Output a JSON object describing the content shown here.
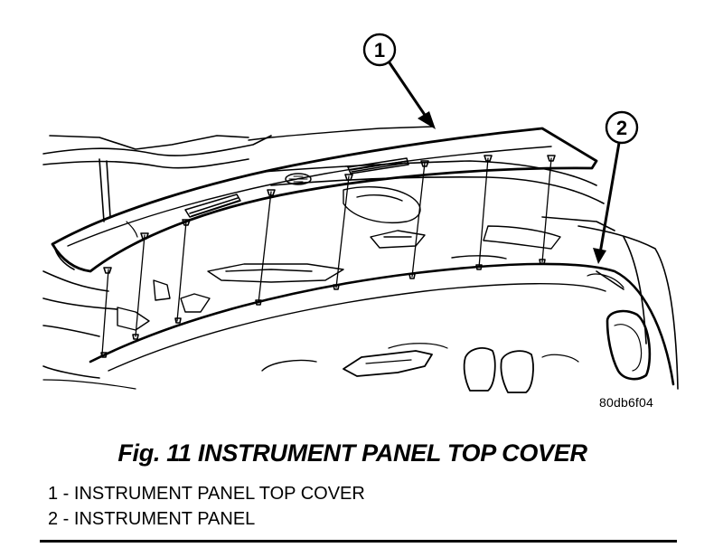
{
  "callouts": [
    {
      "number": "1"
    },
    {
      "number": "2"
    }
  ],
  "figure_code": "80db6f04",
  "caption": "Fig. 11 INSTRUMENT PANEL TOP COVER",
  "legend": [
    {
      "number": "1",
      "separator": " - ",
      "label": "INSTRUMENT PANEL TOP COVER"
    },
    {
      "number": "2",
      "separator": " - ",
      "label": "INSTRUMENT PANEL"
    }
  ]
}
